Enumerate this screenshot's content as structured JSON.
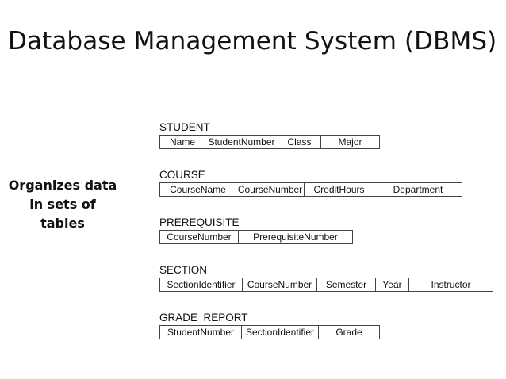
{
  "slide": {
    "title": "Database Management System (DBMS)",
    "note_lines": [
      "Organizes data",
      "in sets of",
      "tables"
    ]
  },
  "tables": [
    {
      "name": "STUDENT",
      "columns": [
        "Name",
        "StudentNumber",
        "Class",
        "Major"
      ]
    },
    {
      "name": "COURSE",
      "columns": [
        "CourseName",
        "CourseNumber",
        "CreditHours",
        "Department"
      ]
    },
    {
      "name": "PREREQUISITE",
      "columns": [
        "CourseNumber",
        "PrerequisiteNumber"
      ]
    },
    {
      "name": "SECTION",
      "columns": [
        "SectionIdentifier",
        "CourseNumber",
        "Semester",
        "Year",
        "Instructor"
      ]
    },
    {
      "name": "GRADE_REPORT",
      "columns": [
        "StudentNumber",
        "SectionIdentifier",
        "Grade"
      ]
    }
  ]
}
